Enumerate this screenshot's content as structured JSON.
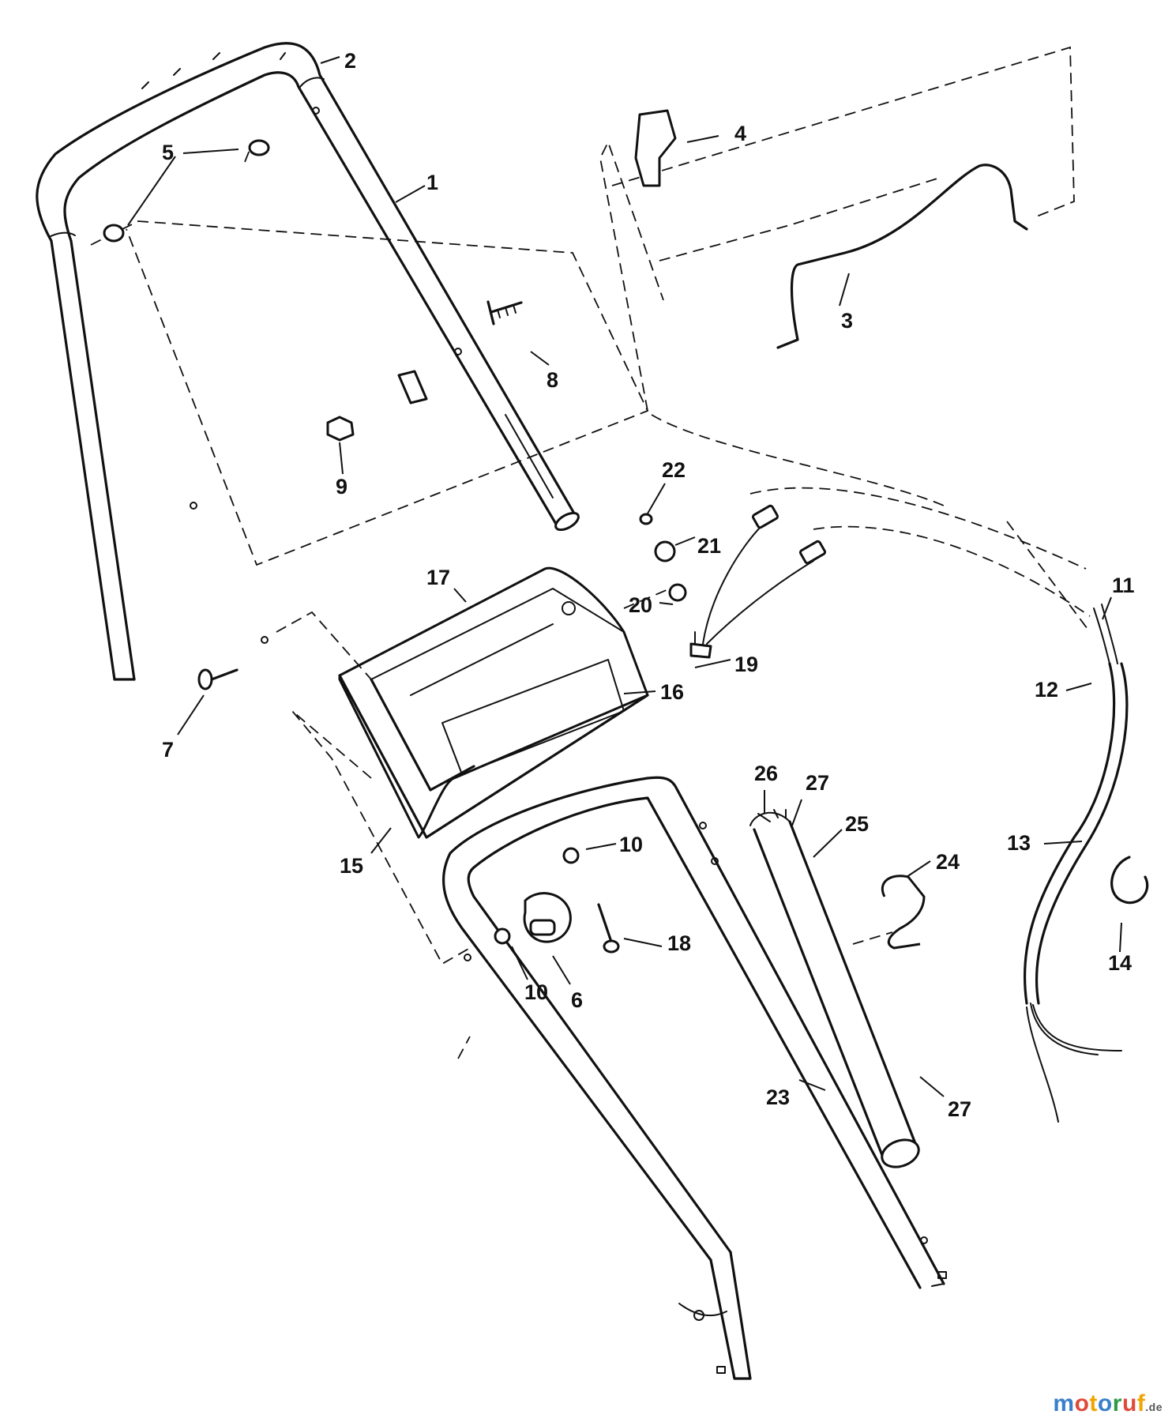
{
  "diagram": {
    "callouts": [
      {
        "id": "c1",
        "text": "1"
      },
      {
        "id": "c2",
        "text": "2"
      },
      {
        "id": "c3",
        "text": "3"
      },
      {
        "id": "c4",
        "text": "4"
      },
      {
        "id": "c5",
        "text": "5"
      },
      {
        "id": "c6",
        "text": "6"
      },
      {
        "id": "c7",
        "text": "7"
      },
      {
        "id": "c8",
        "text": "8"
      },
      {
        "id": "c9",
        "text": "9"
      },
      {
        "id": "c10a",
        "text": "10"
      },
      {
        "id": "c10b",
        "text": "10"
      },
      {
        "id": "c11",
        "text": "11"
      },
      {
        "id": "c12",
        "text": "12"
      },
      {
        "id": "c13",
        "text": "13"
      },
      {
        "id": "c14",
        "text": "14"
      },
      {
        "id": "c15",
        "text": "15"
      },
      {
        "id": "c16",
        "text": "16"
      },
      {
        "id": "c17",
        "text": "17"
      },
      {
        "id": "c18",
        "text": "18"
      },
      {
        "id": "c19",
        "text": "19"
      },
      {
        "id": "c20",
        "text": "20"
      },
      {
        "id": "c21",
        "text": "21"
      },
      {
        "id": "c22",
        "text": "22"
      },
      {
        "id": "c23",
        "text": "23"
      },
      {
        "id": "c24",
        "text": "24"
      },
      {
        "id": "c25",
        "text": "25"
      },
      {
        "id": "c26",
        "text": "26"
      },
      {
        "id": "c27a",
        "text": "27"
      },
      {
        "id": "c27b",
        "text": "27"
      }
    ]
  },
  "watermark": {
    "letters": [
      {
        "ch": "m",
        "color": "#3a7fc9"
      },
      {
        "ch": "o",
        "color": "#e04a3a"
      },
      {
        "ch": "t",
        "color": "#f0a500"
      },
      {
        "ch": "o",
        "color": "#3a7fc9"
      },
      {
        "ch": "r",
        "color": "#2e9a4a"
      },
      {
        "ch": "u",
        "color": "#e04a3a"
      },
      {
        "ch": "f",
        "color": "#f0a500"
      }
    ],
    "suffix": ".de"
  }
}
